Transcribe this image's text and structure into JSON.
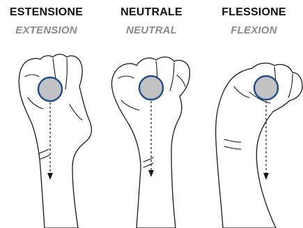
{
  "panels": [
    {
      "title": "ESTENSIONE",
      "subtitle": "EXTENSION"
    },
    {
      "title": "NEUTRALE",
      "subtitle": "NEUTRAL"
    },
    {
      "title": "FLESSIONE",
      "subtitle": "FLEXION"
    }
  ],
  "colors": {
    "ball_fill": "#c2c2c2",
    "ball_stroke": "#1f4e8c",
    "line": "#1a1a1a",
    "subtitle": "#8a8a8a"
  },
  "icons": [
    "hand-extension-illustration",
    "hand-neutral-illustration",
    "hand-flexion-illustration",
    "grip-ball",
    "gravity-arrow"
  ]
}
